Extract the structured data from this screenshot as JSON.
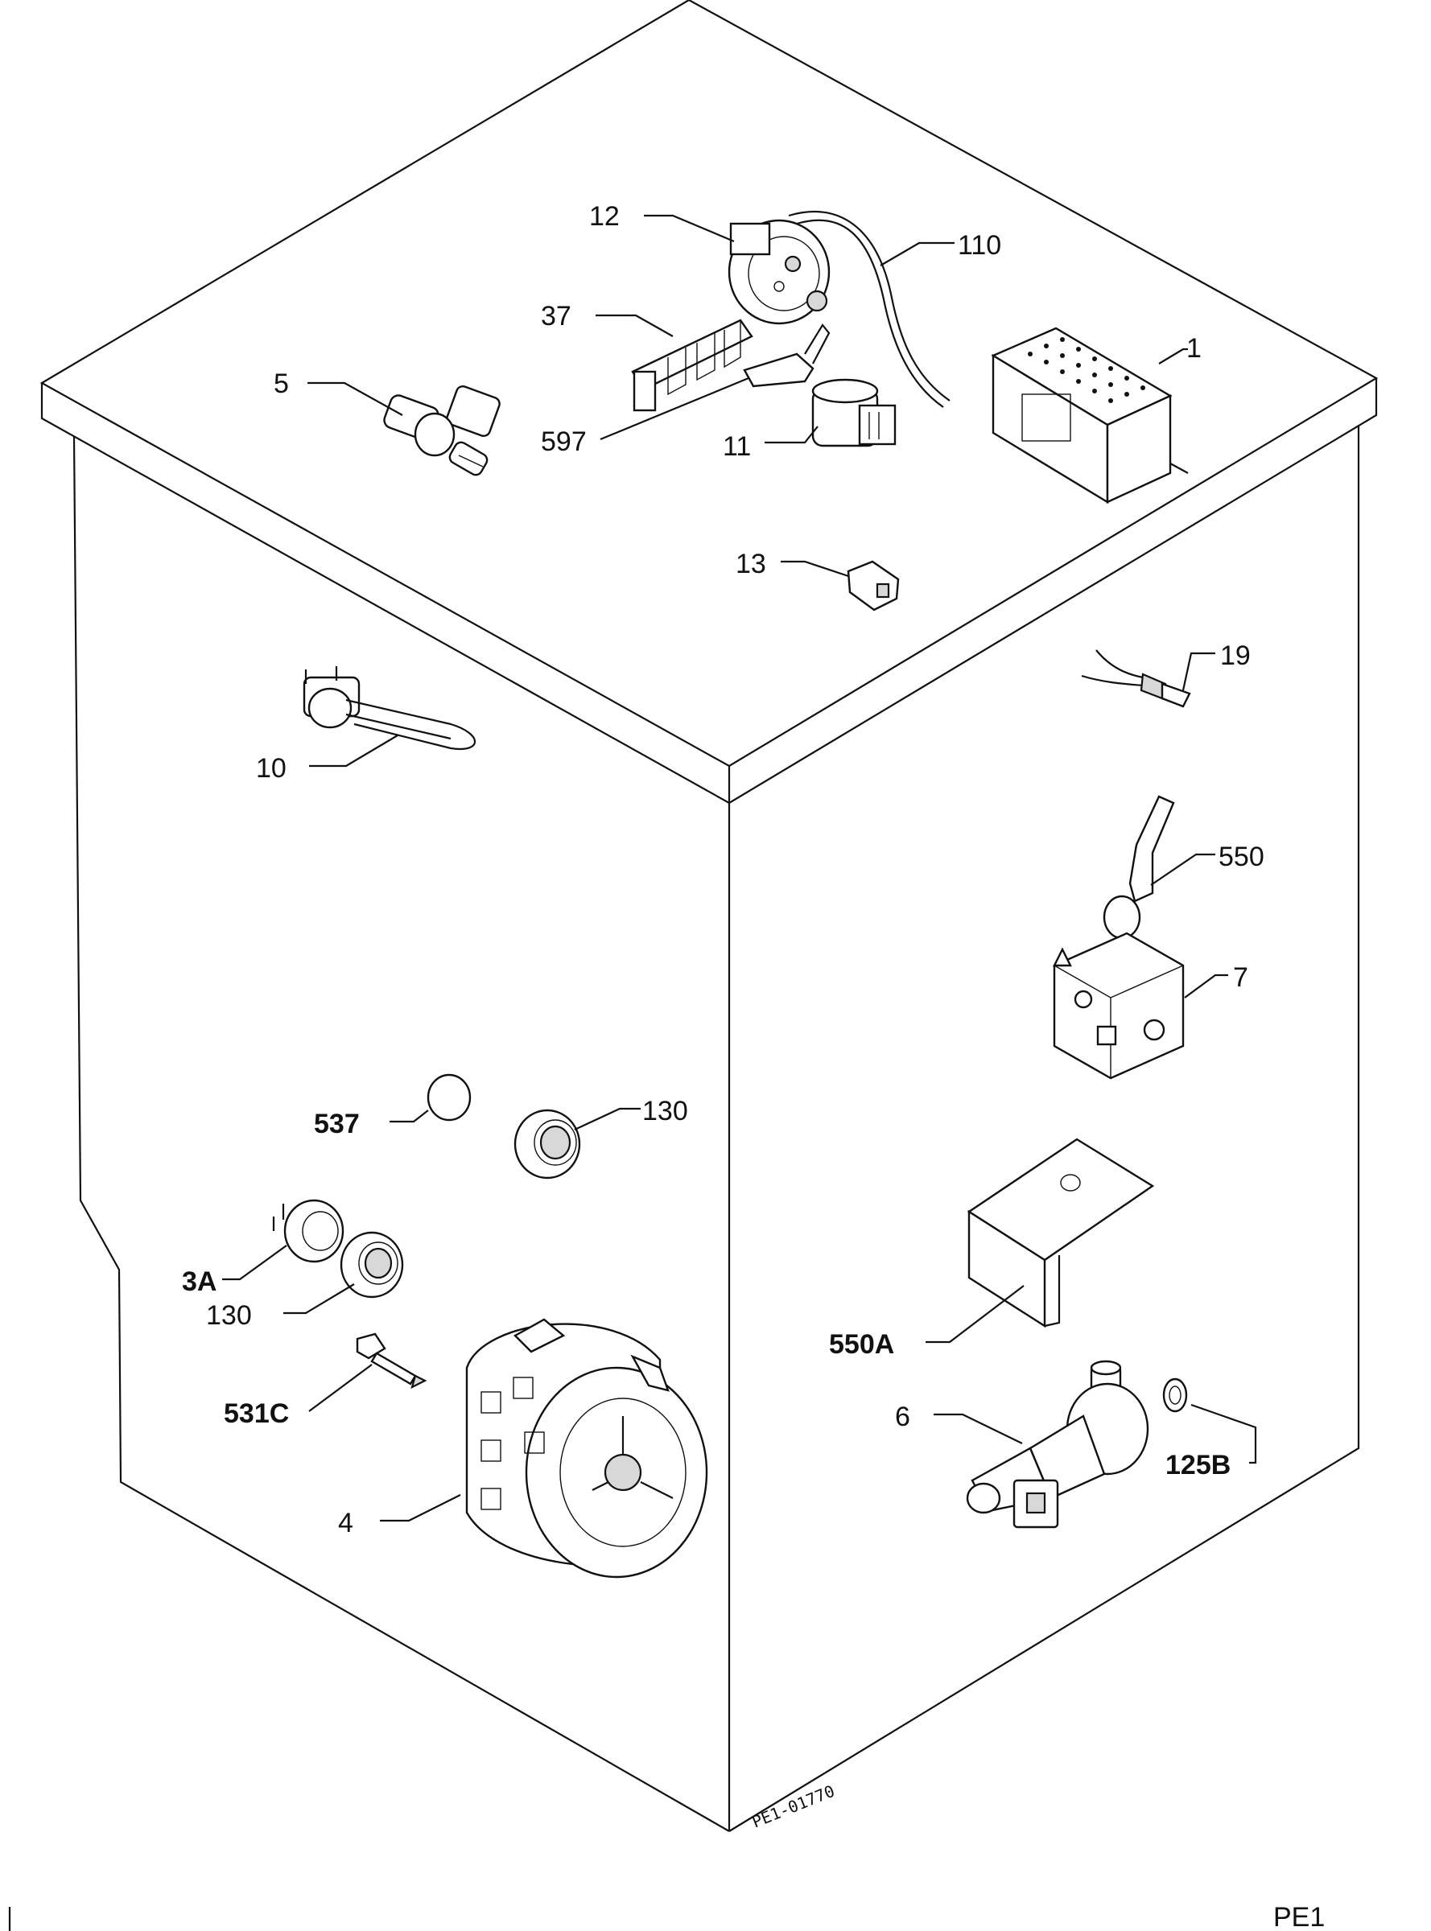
{
  "drawing_code": "PE1",
  "stamp": "PE1-01770",
  "labels": {
    "l1": "1",
    "l110": "110",
    "l12": "12",
    "l37": "37",
    "l5": "5",
    "l597": "597",
    "l11": "11",
    "l13": "13",
    "l19": "19",
    "l10": "10",
    "l550": "550",
    "l7": "7",
    "l537": "537",
    "l130a": "130",
    "l3a": "3A",
    "l130b": "130",
    "l550a": "550A",
    "l531c": "531C",
    "l6": "6",
    "l125b": "125B",
    "l4": "4"
  }
}
